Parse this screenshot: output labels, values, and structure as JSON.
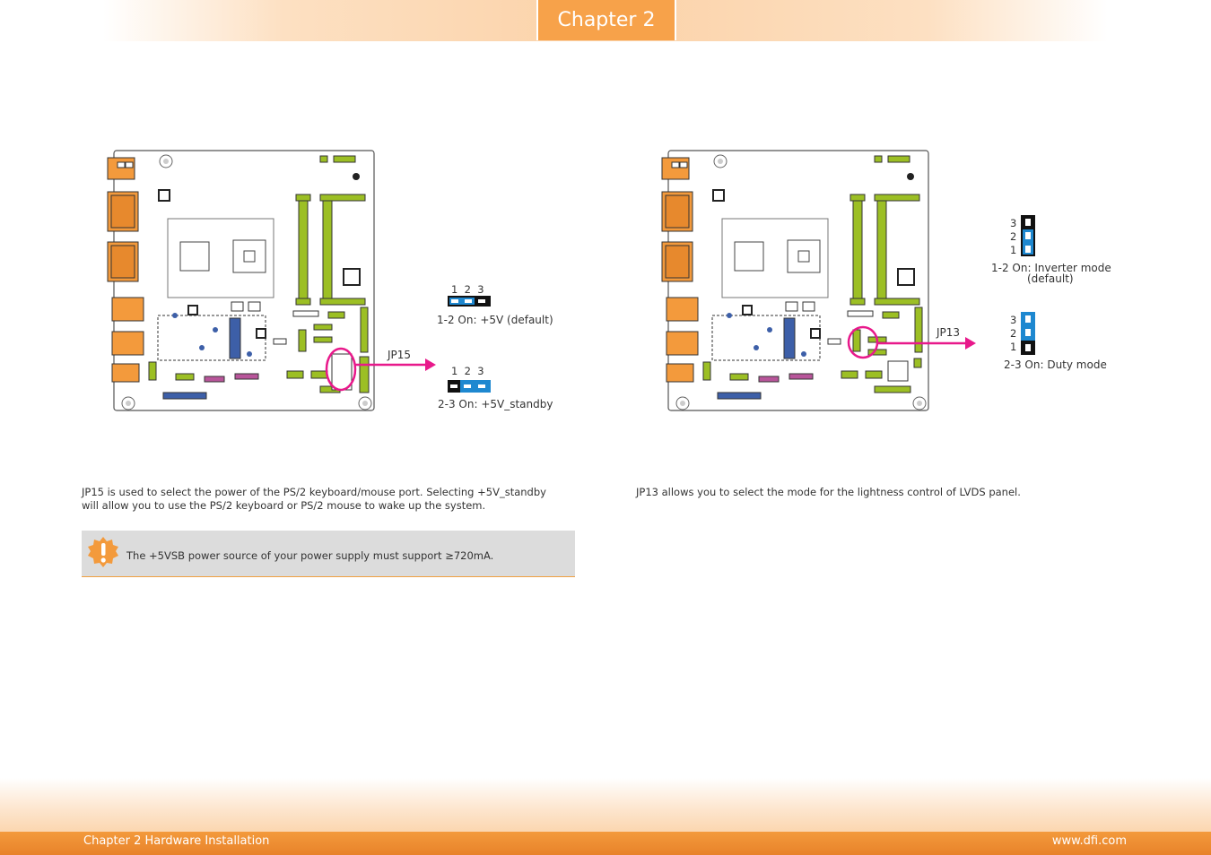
{
  "header": {
    "chapter_tab": "Chapter 2"
  },
  "left": {
    "pointer_label": "JP15",
    "pin_numbers_a": "1  2  3",
    "pin_numbers_b": "1  2  3",
    "setting_1": "1-2 On: +5V (default)",
    "setting_2": "2-3 On: +5V_standby",
    "description_line1": "JP15 is used to select the power of the PS/2 keyboard/mouse port. Selecting +5V_standby",
    "description_line2": "will allow you to use the PS/2 keyboard or PS/2 mouse to wake up the system.",
    "note": "The +5VSB power source of your power supply must support ≥720mA."
  },
  "right": {
    "pointer_label": "JP13",
    "setting_1_line1": "1-2 On: Inverter mode",
    "setting_1_line2": "(default)",
    "setting_2": "2-3 On: Duty mode",
    "pin_3": "3",
    "pin_2": "2",
    "pin_1": "1",
    "description": "JP13 allows you to select the mode for the lightness control of LVDS panel."
  },
  "footer": {
    "left": "Chapter 2 Hardware Installation",
    "right": "www.dfi.com"
  },
  "colors": {
    "accent": "#f7a24a",
    "pointer": "#e8198b",
    "pin_blue": "#1e88d0",
    "pin_black": "#111111",
    "board_green": "#9cbf24",
    "board_orange": "#f39a3c"
  }
}
